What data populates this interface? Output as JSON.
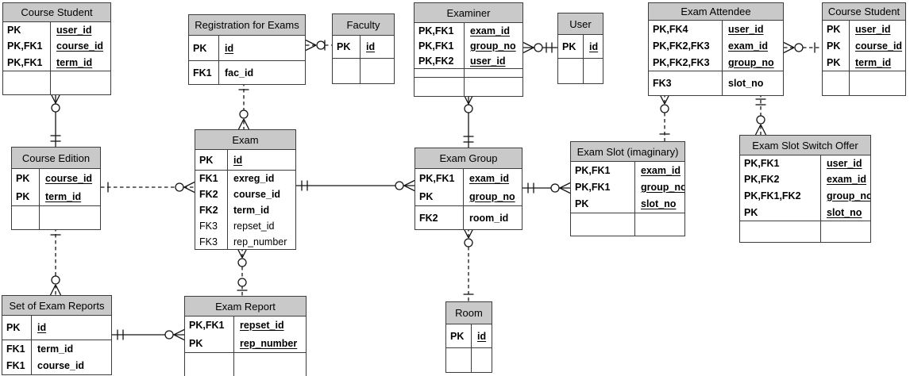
{
  "diagram": {
    "colors": {
      "header_fill": "#c9c9c9",
      "table_border": "#3c3c3c",
      "relationship_line": "#141414",
      "background": "#ffffff"
    },
    "entities": [
      {
        "id": "course_student_tl",
        "title": "Course Student",
        "sections": [
          {
            "rows": [
              {
                "key": "PK",
                "name": "user_id",
                "underline": true
              },
              {
                "key": "PK,FK1",
                "name": "course_id",
                "underline": true
              },
              {
                "key": "PK,FK1",
                "name": "term_id",
                "underline": true
              }
            ]
          },
          {
            "rows": []
          }
        ]
      },
      {
        "id": "registration_for_exams",
        "title": "Registration for Exams",
        "sections": [
          {
            "rows": [
              {
                "key": "PK",
                "name": "id",
                "underline": true
              }
            ]
          },
          {
            "rows": [
              {
                "key": "FK1",
                "name": "fac_id",
                "underline": false
              }
            ]
          }
        ]
      },
      {
        "id": "faculty",
        "title": "Faculty",
        "sections": [
          {
            "rows": [
              {
                "key": "PK",
                "name": "id",
                "underline": true
              }
            ]
          },
          {
            "rows": []
          }
        ]
      },
      {
        "id": "examiner",
        "title": "Examiner",
        "sections": [
          {
            "rows": [
              {
                "key": "PK,FK1",
                "name": "exam_id",
                "underline": true
              },
              {
                "key": "PK,FK1",
                "name": "group_no",
                "underline": true
              },
              {
                "key": "PK,FK2",
                "name": "user_id",
                "underline": true
              }
            ]
          },
          {
            "rows": []
          },
          {
            "rows": []
          }
        ]
      },
      {
        "id": "user",
        "title": "User",
        "sections": [
          {
            "rows": [
              {
                "key": "PK",
                "name": "id",
                "underline": true
              }
            ]
          },
          {
            "rows": []
          }
        ]
      },
      {
        "id": "exam_attendee",
        "title": "Exam Attendee",
        "sections": [
          {
            "rows": [
              {
                "key": "PK,FK4",
                "name": "user_id",
                "underline": true
              },
              {
                "key": "PK,FK2,FK3",
                "name": "exam_id",
                "underline": true
              },
              {
                "key": "PK,FK2,FK3",
                "name": "group_no",
                "underline": true
              }
            ]
          },
          {
            "rows": [
              {
                "key": "FK3",
                "name": "slot_no",
                "underline": false
              }
            ]
          }
        ]
      },
      {
        "id": "course_student_tr",
        "title": "Course Student",
        "sections": [
          {
            "rows": [
              {
                "key": "PK",
                "name": "user_id",
                "underline": true
              },
              {
                "key": "PK",
                "name": "course_id",
                "underline": true
              },
              {
                "key": "PK",
                "name": "term_id",
                "underline": true
              }
            ]
          },
          {
            "rows": []
          }
        ]
      },
      {
        "id": "course_edition",
        "title": "Course Edition",
        "sections": [
          {
            "rows": [
              {
                "key": "PK",
                "name": "course_id",
                "underline": true
              },
              {
                "key": "PK",
                "name": "term_id",
                "underline": true
              }
            ]
          },
          {
            "rows": []
          }
        ]
      },
      {
        "id": "exam",
        "title": "Exam",
        "sections": [
          {
            "rows": [
              {
                "key": "PK",
                "name": "id",
                "underline": true
              }
            ]
          },
          {
            "rows": [
              {
                "key": "FK1",
                "name": "exreg_id",
                "underline": false
              },
              {
                "key": "FK2",
                "name": "course_id",
                "underline": false
              },
              {
                "key": "FK2",
                "name": "term_id",
                "underline": false
              },
              {
                "key": "FK3",
                "name": "repset_id",
                "underline": false,
                "bold": false
              },
              {
                "key": "FK3",
                "name": "rep_number",
                "underline": false,
                "bold": false
              }
            ]
          }
        ]
      },
      {
        "id": "exam_group",
        "title": "Exam Group",
        "sections": [
          {
            "rows": [
              {
                "key": "PK,FK1",
                "name": "exam_id",
                "underline": true
              },
              {
                "key": "PK",
                "name": "group_no",
                "underline": true
              }
            ]
          },
          {
            "rows": [
              {
                "key": "FK2",
                "name": "room_id",
                "underline": false
              }
            ]
          }
        ]
      },
      {
        "id": "exam_slot",
        "title": "Exam Slot (imaginary)",
        "sections": [
          {
            "rows": [
              {
                "key": "PK,FK1",
                "name": "exam_id",
                "underline": true
              },
              {
                "key": "PK,FK1",
                "name": "group_no",
                "underline": true
              },
              {
                "key": "PK",
                "name": "slot_no",
                "underline": true
              }
            ]
          },
          {
            "rows": []
          }
        ]
      },
      {
        "id": "exam_slot_switch_offer",
        "title": "Exam Slot Switch Offer",
        "sections": [
          {
            "rows": [
              {
                "key": "PK,FK1",
                "name": "user_id",
                "underline": true
              },
              {
                "key": "PK,FK2",
                "name": "exam_id",
                "underline": true
              },
              {
                "key": "PK,FK1,FK2",
                "name": "group_no",
                "underline": true
              },
              {
                "key": "PK",
                "name": "slot_no",
                "underline": true
              }
            ]
          },
          {
            "rows": []
          }
        ]
      },
      {
        "id": "set_of_exam_reports",
        "title": "Set of Exam Reports",
        "sections": [
          {
            "rows": [
              {
                "key": "PK",
                "name": "id",
                "underline": true
              }
            ]
          },
          {
            "rows": [
              {
                "key": "FK1",
                "name": "term_id",
                "underline": false
              },
              {
                "key": "FK1",
                "name": "course_id",
                "underline": false
              }
            ]
          }
        ]
      },
      {
        "id": "exam_report",
        "title": "Exam Report",
        "sections": [
          {
            "rows": [
              {
                "key": "PK,FK1",
                "name": "repset_id",
                "underline": true
              },
              {
                "key": "PK",
                "name": "rep_number",
                "underline": true
              }
            ]
          },
          {
            "rows": []
          }
        ]
      },
      {
        "id": "room",
        "title": "Room",
        "sections": [
          {
            "rows": [
              {
                "key": "PK",
                "name": "id",
                "underline": true
              }
            ]
          },
          {
            "rows": []
          }
        ]
      }
    ],
    "relationships": [
      {
        "id": "r1",
        "from": "course_student_tl",
        "to": "course_edition",
        "line": "solid",
        "cardinality_from": "zero-or-many",
        "cardinality_to": "exactly-one"
      },
      {
        "id": "r2",
        "from": "registration_for_exams",
        "to": "faculty",
        "line": "dashed",
        "cardinality_from": "zero-or-many",
        "cardinality_to": "one"
      },
      {
        "id": "r3",
        "from": "registration_for_exams",
        "to": "exam",
        "line": "dashed",
        "cardinality_from": "one",
        "cardinality_to": "zero-or-many"
      },
      {
        "id": "r4",
        "from": "course_edition",
        "to": "exam",
        "line": "dashed",
        "cardinality_from": "one",
        "cardinality_to": "zero-or-many"
      },
      {
        "id": "r5",
        "from": "course_edition",
        "to": "set_of_exam_reports",
        "line": "dashed",
        "cardinality_from": "one",
        "cardinality_to": "zero-or-many"
      },
      {
        "id": "r6",
        "from": "set_of_exam_reports",
        "to": "exam_report",
        "line": "solid",
        "cardinality_from": "exactly-one",
        "cardinality_to": "zero-or-many"
      },
      {
        "id": "r7",
        "from": "exam",
        "to": "exam_group",
        "line": "solid",
        "cardinality_from": "exactly-one",
        "cardinality_to": "zero-or-many"
      },
      {
        "id": "r8",
        "from": "exam",
        "to": "exam_report",
        "line": "dashed",
        "cardinality_from": "zero-or-many",
        "cardinality_to": "zero-or-one"
      },
      {
        "id": "r9",
        "from": "examiner",
        "to": "exam_group",
        "line": "solid",
        "cardinality_from": "zero-or-many",
        "cardinality_to": "exactly-one"
      },
      {
        "id": "r10",
        "from": "examiner",
        "to": "user",
        "line": "solid",
        "cardinality_from": "zero-or-many",
        "cardinality_to": "exactly-one"
      },
      {
        "id": "r11",
        "from": "exam_group",
        "to": "room",
        "line": "dashed",
        "cardinality_from": "zero-or-many",
        "cardinality_to": "one"
      },
      {
        "id": "r12",
        "from": "exam_group",
        "to": "exam_slot",
        "line": "solid",
        "cardinality_from": "exactly-one",
        "cardinality_to": "zero-or-many"
      },
      {
        "id": "r13",
        "from": "exam_attendee",
        "to": "exam_slot",
        "line": "dashed",
        "cardinality_from": "zero-or-many",
        "cardinality_to": "one"
      },
      {
        "id": "r14",
        "from": "exam_attendee",
        "to": "exam_slot_switch_offer",
        "line": "dashed",
        "cardinality_from": "exactly-one",
        "cardinality_to": "zero-or-many"
      },
      {
        "id": "r15",
        "from": "exam_attendee",
        "to": "course_student_tr",
        "line": "dashed",
        "cardinality_from": "zero-or-many",
        "cardinality_to": "one"
      }
    ]
  }
}
